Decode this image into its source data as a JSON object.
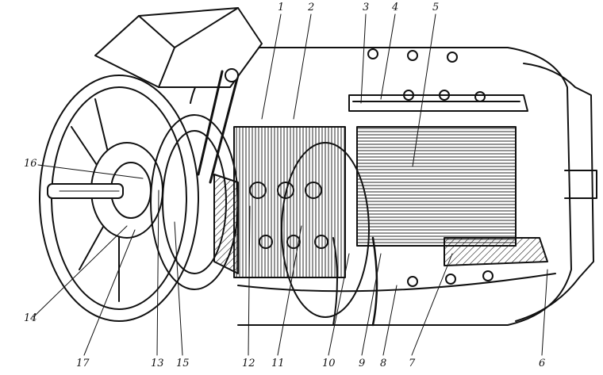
{
  "figure": {
    "callouts": [
      "1",
      "2",
      "3",
      "4",
      "5",
      "6",
      "7",
      "8",
      "9",
      "10",
      "11",
      "12",
      "13",
      "14",
      "15",
      "16",
      "17"
    ]
  },
  "colors": {
    "ink": "#111111",
    "paper": "#ffffff",
    "shade": "#d9d9d9"
  }
}
